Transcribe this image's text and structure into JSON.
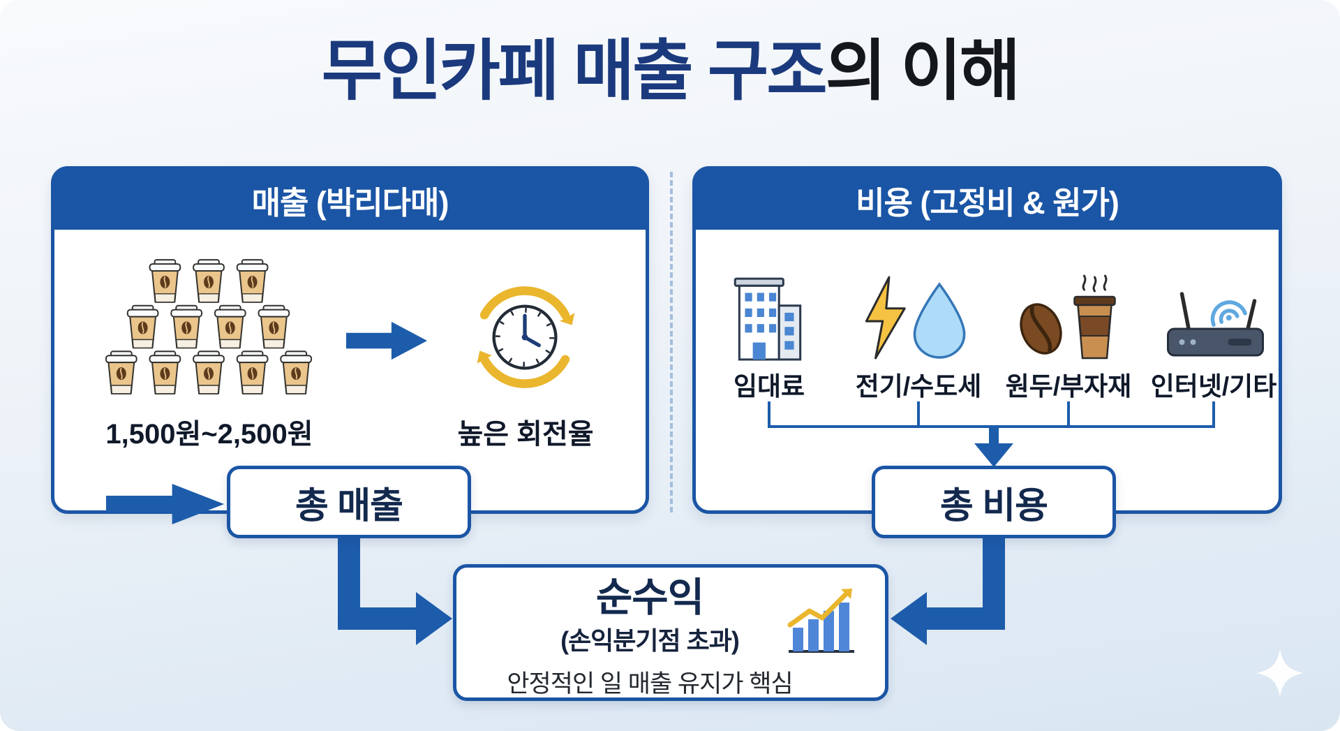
{
  "title": {
    "main": "무인카페 매출 구조",
    "suffix": "의 이해"
  },
  "revenue_panel": {
    "header": "매출 (박리다매)",
    "price_range": "1,500원~2,500원",
    "turnover": "높은 회전율",
    "total": "총 매출"
  },
  "cost_panel": {
    "header": "비용 (고정비 & 원가)",
    "items": [
      {
        "label": "임대료",
        "icon": "building-icon"
      },
      {
        "label": "전기/수도세",
        "icon": "electricity-water-icon"
      },
      {
        "label": "원두/부자재",
        "icon": "coffee-bean-cup-icon"
      },
      {
        "label": "인터넷/기타",
        "icon": "router-wifi-icon"
      }
    ],
    "total": "총 비용"
  },
  "net_profit": {
    "title": "순수익",
    "subtitle": "(손익분기점 초과)",
    "caption": "안정적인 일 매출 유지가 핵심"
  },
  "icons": [
    "coffee-cup-stack-icon",
    "clock-turnover-icon",
    "building-icon",
    "electricity-water-icon",
    "coffee-bean-cup-icon",
    "router-wifi-icon",
    "growth-chart-icon",
    "sparkle-icon"
  ],
  "colors": {
    "primary_blue": "#1d5cab",
    "panel_border_blue": "#1b55a5",
    "title_navy": "#1b3a7d",
    "accent_yellow": "#eab62e",
    "background_light": "#eef3f9",
    "text_dark": "#10192a"
  }
}
